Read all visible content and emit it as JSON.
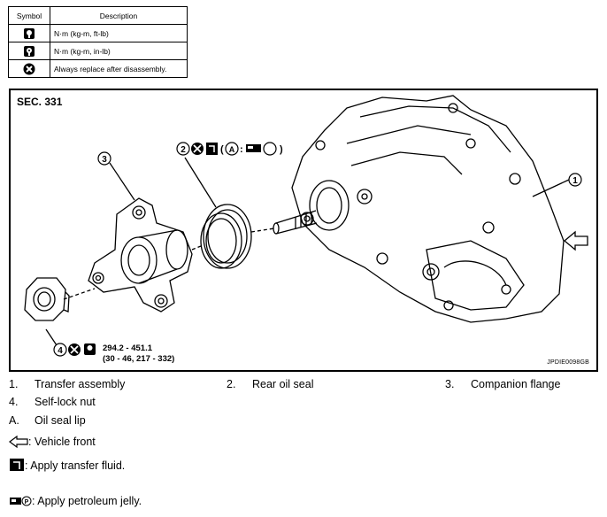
{
  "symbol_table": {
    "headers": {
      "symbol": "Symbol",
      "description": "Description"
    },
    "rows": [
      {
        "icon": "torque-wrench-icon",
        "description": "N·m (kg-m, ft-lb)"
      },
      {
        "icon": "torque-wrench-small-icon",
        "description": "N·m (kg-m, in-lb)"
      },
      {
        "icon": "replace-part-icon",
        "description": "Always replace after disassembly."
      }
    ]
  },
  "diagram": {
    "section": "SEC. 331",
    "code": "JPDIE0098GB",
    "callout_numbers": [
      "1",
      "2",
      "3",
      "4"
    ],
    "seal_callout": {
      "paren_open": "(",
      "letter": "A",
      "colon": ":",
      "paren_close": ")"
    },
    "torque_line1": "294.2 - 451.1",
    "torque_line2": "(30 - 46, 217 - 332)"
  },
  "parts": [
    {
      "num": "1.",
      "name": "Transfer assembly"
    },
    {
      "num": "2.",
      "name": "Rear oil seal"
    },
    {
      "num": "3.",
      "name": "Companion flange"
    },
    {
      "num": "4.",
      "name": "Self-lock nut"
    },
    {
      "num": "A.",
      "name": "Oil seal lip"
    }
  ],
  "legend": {
    "vehicle_front": ": Vehicle front",
    "transfer_fluid": ": Apply transfer fluid.",
    "petroleum_jelly": ": Apply petroleum jelly."
  }
}
